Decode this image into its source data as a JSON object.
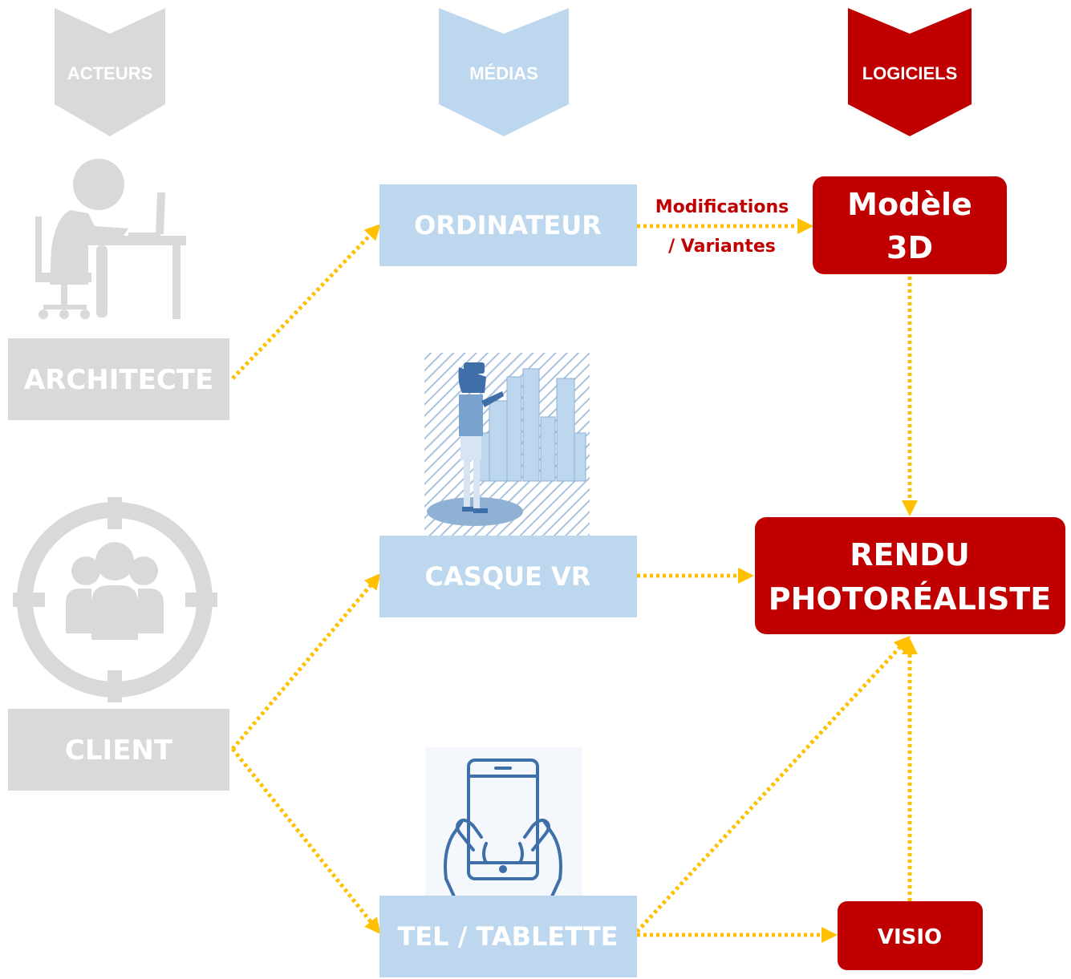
{
  "colors": {
    "actor_gray": "#d9d9d9",
    "media_blue": "#bdd7ee",
    "software_red": "#c00000",
    "connector_yellow": "#ffc000",
    "text_white": "#ffffff"
  },
  "columns": {
    "actors": "ACTEURS",
    "media": "MÉDIAS",
    "software": "LOGICIELS"
  },
  "actors": {
    "architect": "ARCHITECTE",
    "client": "CLIENT"
  },
  "media": {
    "computer": "ORDINATEUR",
    "vr_headset": "CASQUE VR",
    "phone_tablet": "TEL / TABLETTE"
  },
  "software": {
    "model_line1": "Modèle",
    "model_line2": "3D",
    "render_line1": "RENDU",
    "render_line2": "PHOTORÉALISTE",
    "visio": "VISIO"
  },
  "edge_labels": {
    "modifications_line1": "Modifications",
    "modifications_line2": "/ Variantes"
  },
  "icons": {
    "architect": "person-at-desk-icon",
    "client": "target-group-icon",
    "vr": "vr-user-city-icon",
    "tablet": "hands-holding-tablet-icon"
  }
}
